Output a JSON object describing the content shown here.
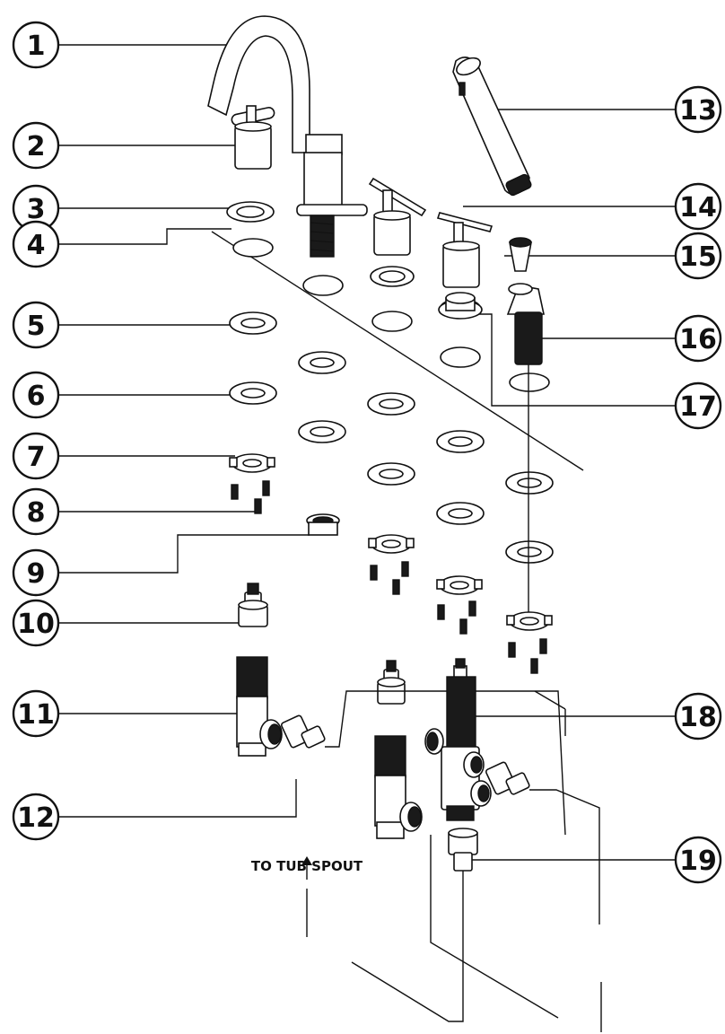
{
  "callouts": [
    {
      "id": "1"
    },
    {
      "id": "2"
    },
    {
      "id": "3"
    },
    {
      "id": "4"
    },
    {
      "id": "5"
    },
    {
      "id": "6"
    },
    {
      "id": "7"
    },
    {
      "id": "8"
    },
    {
      "id": "9"
    },
    {
      "id": "10"
    },
    {
      "id": "11"
    },
    {
      "id": "12"
    },
    {
      "id": "13"
    },
    {
      "id": "14"
    },
    {
      "id": "15"
    },
    {
      "id": "16"
    },
    {
      "id": "17"
    },
    {
      "id": "18"
    },
    {
      "id": "19"
    }
  ],
  "note": {
    "text": "TO TUB SPOUT"
  },
  "colors": {
    "ink": "#111111",
    "background": "#ffffff"
  }
}
